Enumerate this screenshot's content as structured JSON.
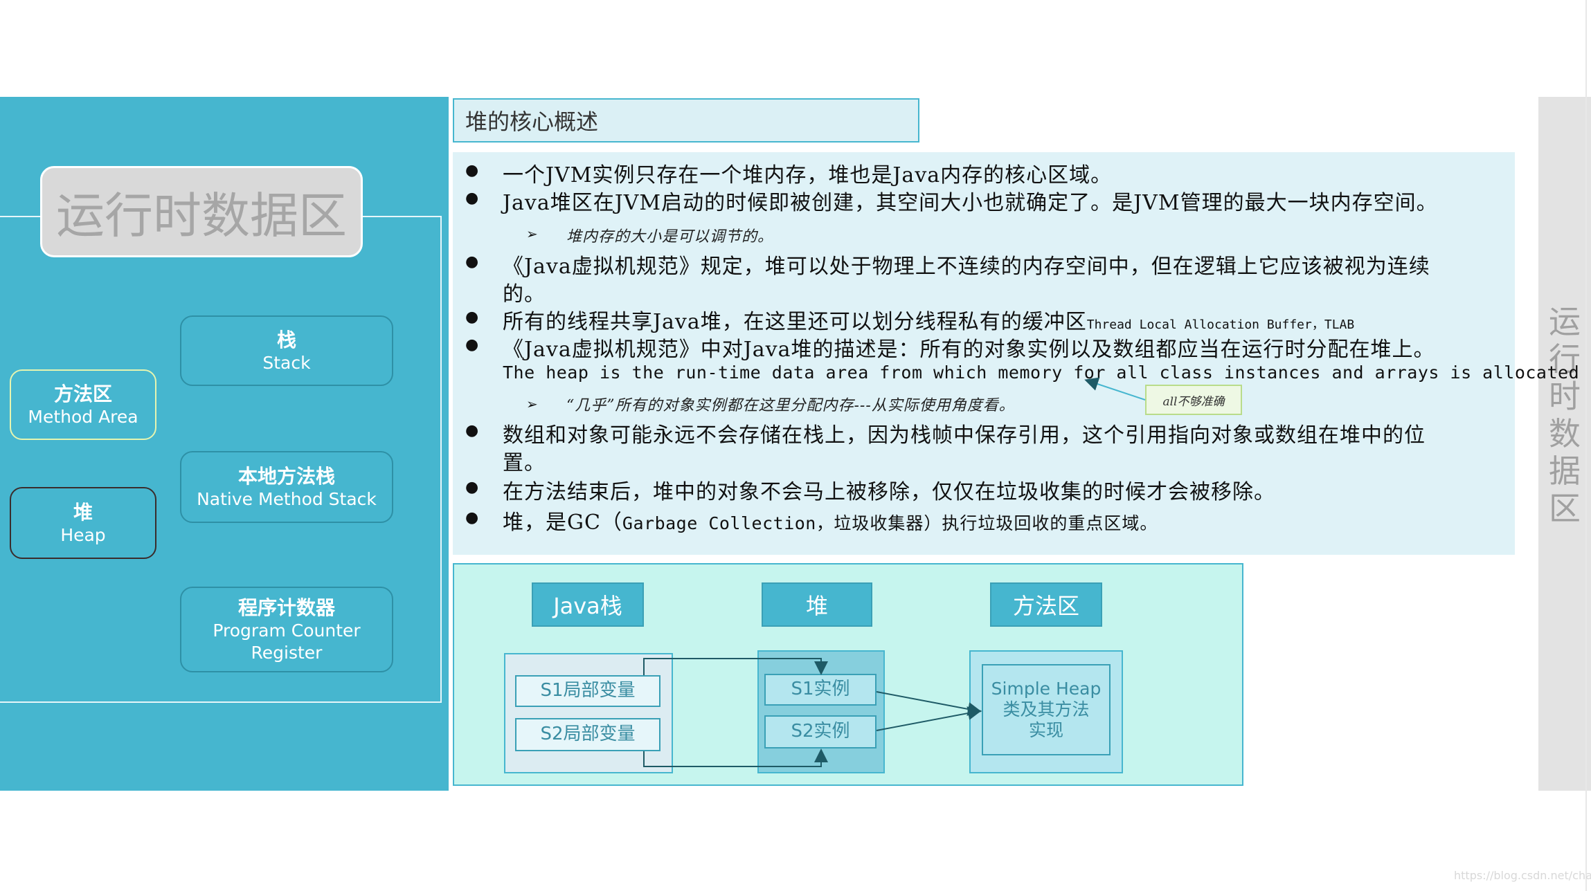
{
  "left_panel": {
    "title": "运行时数据区",
    "stack": {
      "zh": "栈",
      "en": "Stack"
    },
    "method_area": {
      "zh": "方法区",
      "en": "Method Area"
    },
    "native_stack": {
      "zh": "本地方法栈",
      "en": "Native Method Stack"
    },
    "heap": {
      "zh": "堆",
      "en": "Heap"
    },
    "program_counter": {
      "zh": "程序计数器",
      "en1": "Program Counter",
      "en2": "Register"
    }
  },
  "side_label": "运行时数据区",
  "heading": "堆的核心概述",
  "bullets": {
    "b1": "一个JVM实例只存在一个堆内存，堆也是Java内存的核心区域。",
    "b2": "Java堆区在JVM启动的时候即被创建，其空间大小也就确定了。是JVM管理的最大一块内存空间。",
    "b2_note": "堆内存的大小是可以调节的。",
    "b3_line1": "《Java虚拟机规范》规定，堆可以处于物理上不连续的内存空间中，但在逻辑上它应该被视为连续",
    "b3_line2": "的。",
    "b4": "所有的线程共享Java堆，在这里还可以划分线程私有的缓冲区",
    "b4_small": "Thread Local Allocation Buffer，TLAB",
    "b5": "《Java虚拟机规范》中对Java堆的描述是：所有的对象实例以及数组都应当在运行时分配在堆上。",
    "b5_en": "The heap is the run-time data area from which memory for all class instances and arrays is allocated",
    "b5_note": "“几乎”所有的对象实例都在这里分配内存---从实际使用角度看。",
    "b5_annotation": "all不够准确",
    "b6_line1": "数组和对象可能永远不会存储在栈上，因为栈帧中保存引用，这个引用指向对象或数组在堆中的位",
    "b6_line2": "置。",
    "b7": "在方法结束后，堆中的对象不会马上被移除，仅仅在垃圾收集的时候才会被移除。",
    "b8_a": "堆，是GC（",
    "b8_b": "Garbage Collection，",
    "b8_c": "垃圾收集器）执行垃圾回收的重点区域。"
  },
  "diagram": {
    "java_stack": "Java栈",
    "heap": "堆",
    "method_area": "方法区",
    "s1_local": "S1局部变量",
    "s2_local": "S2局部变量",
    "s1_instance": "S1实例",
    "s2_instance": "S2实例",
    "simple_heap_1": "Simple Heap",
    "simple_heap_2": "类及其方法",
    "simple_heap_3": "实现"
  },
  "watermark": "https://blog.csdn.net/cha_i",
  "colors": {
    "panel": "#46b6cf",
    "content_bg": "#dff2f7",
    "diagram_bg": "#c6f5ee",
    "title_box": "#d9d9d9"
  }
}
